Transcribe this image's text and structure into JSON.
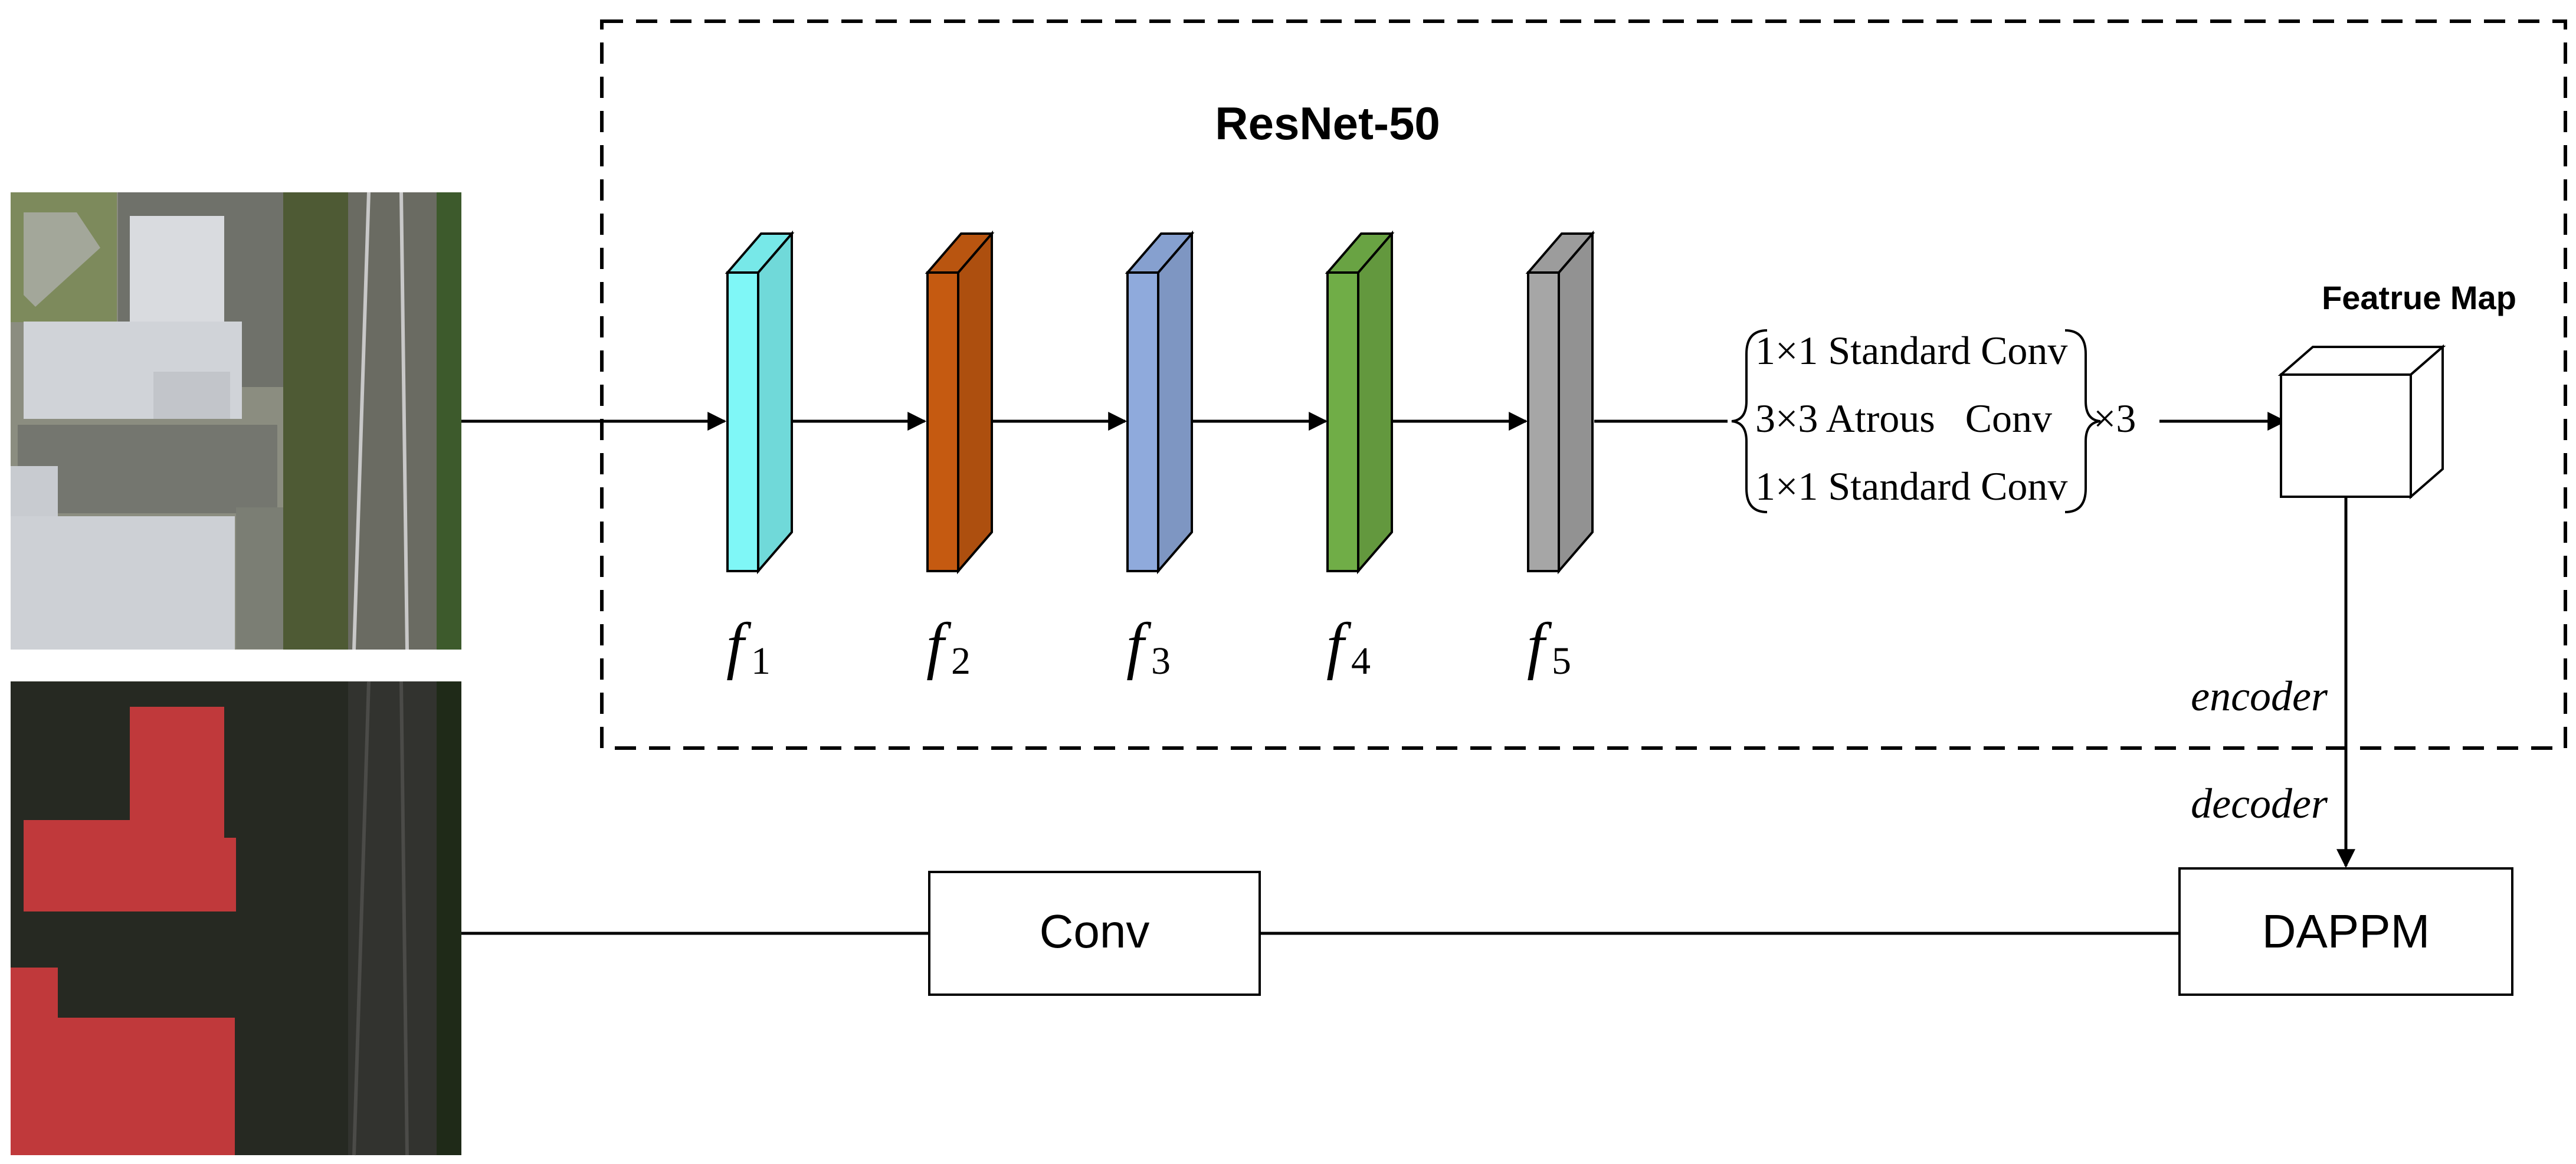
{
  "title": "ResNet-50",
  "stages": [
    {
      "sym": "f",
      "sub": "1",
      "color": "#7ff7f7"
    },
    {
      "sym": "f",
      "sub": "2",
      "color": "#c55a11"
    },
    {
      "sym": "f",
      "sub": "3",
      "color": "#8faadc"
    },
    {
      "sym": "f",
      "sub": "4",
      "color": "#70ad47"
    },
    {
      "sym": "f",
      "sub": "5",
      "color": "#a6a6a6"
    }
  ],
  "block_lines": [
    "1×1 Standard Conv",
    "3×3 Atrous   Conv",
    "1×1 Standard Conv"
  ],
  "repeat": "×3",
  "feature_map_label": "Featrue Map",
  "encoder_label": "encoder",
  "decoder_label": "decoder",
  "conv_label": "Conv",
  "dappm_label": "DAPPM",
  "colors": {
    "outline": "#000000",
    "building_mask": "#c0393b",
    "aerial_bg": "#8a8d7a",
    "mask_bg": "#23261f"
  }
}
